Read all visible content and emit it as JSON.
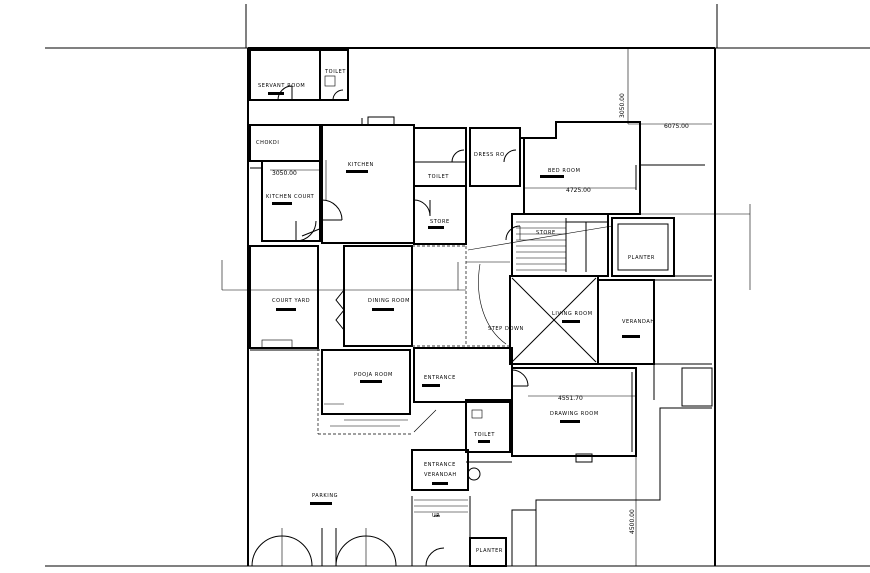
{
  "rooms": {
    "servant_room": "SERVANT ROOM",
    "toilet_top": "TOILET",
    "chokdi": "CHOKDI",
    "kitchen": "KITCHEN",
    "dress_room": "DRESS RO",
    "toilet_mid": "TOILET",
    "bed_room": "BED ROOM",
    "kitchen_court": "KITCHEN COURT",
    "store": "STORE",
    "store_stair": "STORE",
    "planter_top": "PLANTER",
    "court_yard": "COURT YARD",
    "dining_room": "DINING ROOM",
    "living_room": "LIVING ROOM",
    "verandah_right": "VERANDAH",
    "step_down": "STEP DOWN",
    "pooja_room": "POOJA ROOM",
    "entrance": "ENTRANCE",
    "drawing_room": "DRAWING ROOM",
    "toilet_low": "TOILET",
    "entrance_verandah_1": "ENTRANCE",
    "entrance_verandah_2": "VERANDAH",
    "parking": "PARKING",
    "up": "UP",
    "planter_bottom": "PLANTER"
  },
  "dimensions": {
    "d_top_vertical": "3050.00",
    "d_top_right": "6075.00",
    "d_left_kitchen": "3050.00",
    "d_bed": "4725.00",
    "d_drawing": "4551.70",
    "d_bottom_vertical": "4500.00"
  }
}
